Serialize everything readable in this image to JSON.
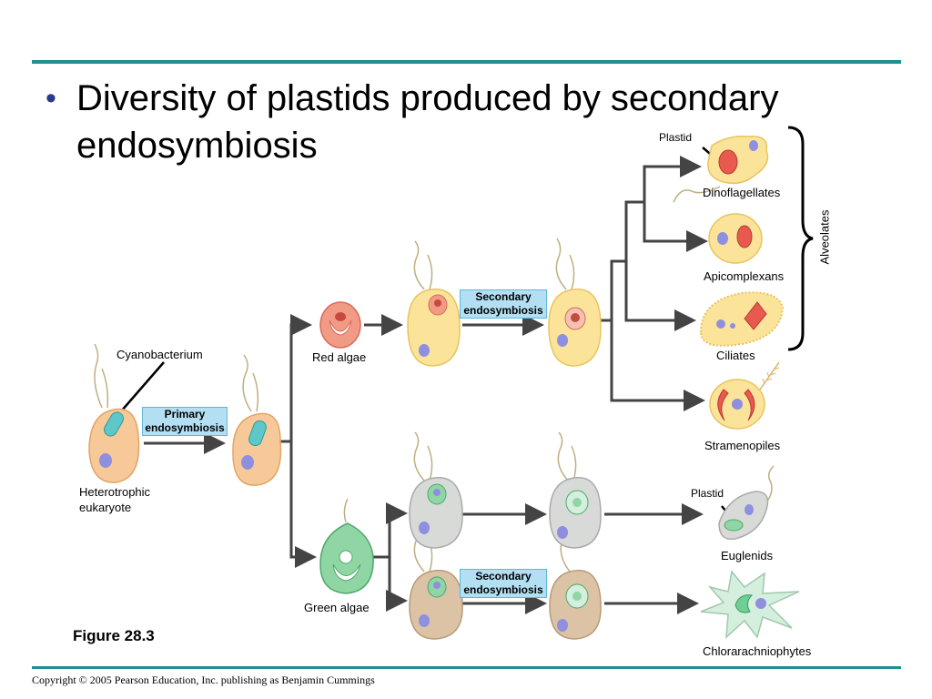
{
  "slide": {
    "bullet": "•",
    "title": "Diversity of plastids produced by secondary endosymbiosis",
    "figure_label": "Figure 28.3",
    "copyright": "Copyright © 2005 Pearson Education, Inc. publishing as Benjamin Cummings"
  },
  "diagram": {
    "cyanobacterium": "Cyanobacterium",
    "primary_box": "Primary endosymbiosis",
    "heterotrophic": "Heterotrophic eukaryote",
    "red_algae": "Red algae",
    "green_algae": "Green algae",
    "secondary_box_top": "Secondary endosymbiosis",
    "secondary_box_bottom": "Secondary endosymbiosis",
    "plastid_top": "Plastid",
    "plastid_bottom": "Plastid",
    "dinoflagellates": "Dinoflagellates",
    "apicomplexans": "Apicomplexans",
    "ciliates": "Ciliates",
    "stramenopiles": "Stramenopiles",
    "euglenids": "Euglenids",
    "chlorarachniophytes": "Chlorarachniophytes",
    "alveolates": "Alveolates"
  },
  "colors": {
    "rule": "#1f8f8f",
    "bullet": "#2a3a8c",
    "box_fill": "#b3dff3",
    "cell_orange": "#f8c998",
    "cell_yellow": "#fbe39a",
    "cell_gray": "#d8dad8",
    "cell_tan": "#dcc3a6",
    "green_alga": "#8fd6a4",
    "red_alga": "#f19a86",
    "nucleus": "#8f8fe0"
  }
}
